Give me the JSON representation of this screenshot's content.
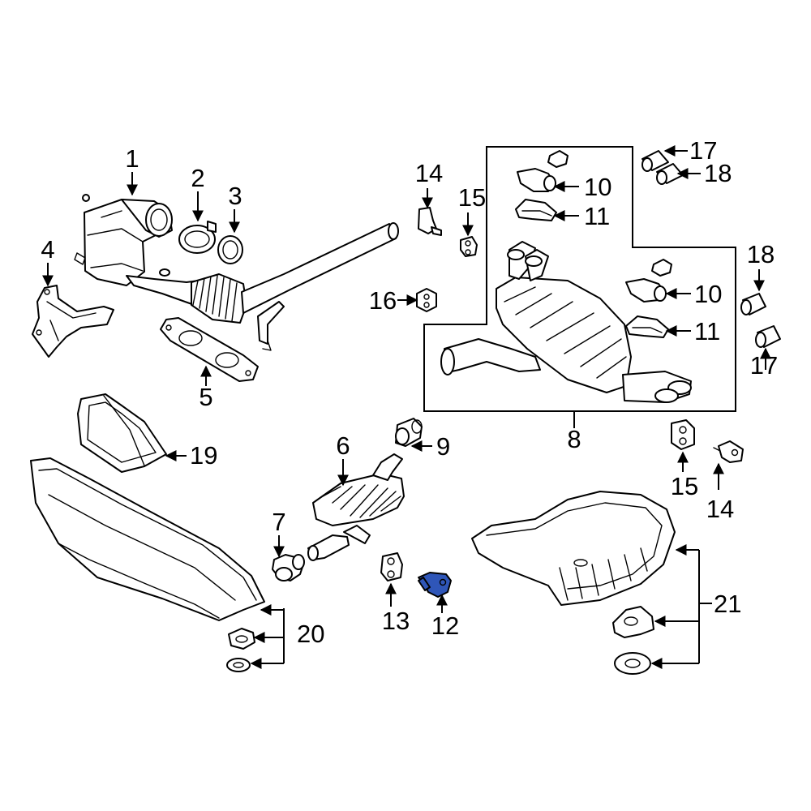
{
  "colors": {
    "highlight": "#2f56b8",
    "line": "#000000",
    "background": "#ffffff"
  },
  "callouts": {
    "c1": "1",
    "c2": "2",
    "c3": "3",
    "c4": "4",
    "c5": "5",
    "c6": "6",
    "c7": "7",
    "c8": "8",
    "c9": "9",
    "c10a": "10",
    "c10b": "10",
    "c11a": "11",
    "c11b": "11",
    "c12": "12",
    "c13": "13",
    "c14a": "14",
    "c14b": "14",
    "c15a": "15",
    "c15b": "15",
    "c16": "16",
    "c17a": "17",
    "c17b": "17",
    "c18a": "18",
    "c18b": "18",
    "c19": "19",
    "c20": "20",
    "c21": "21"
  },
  "highlighted_part": "12"
}
